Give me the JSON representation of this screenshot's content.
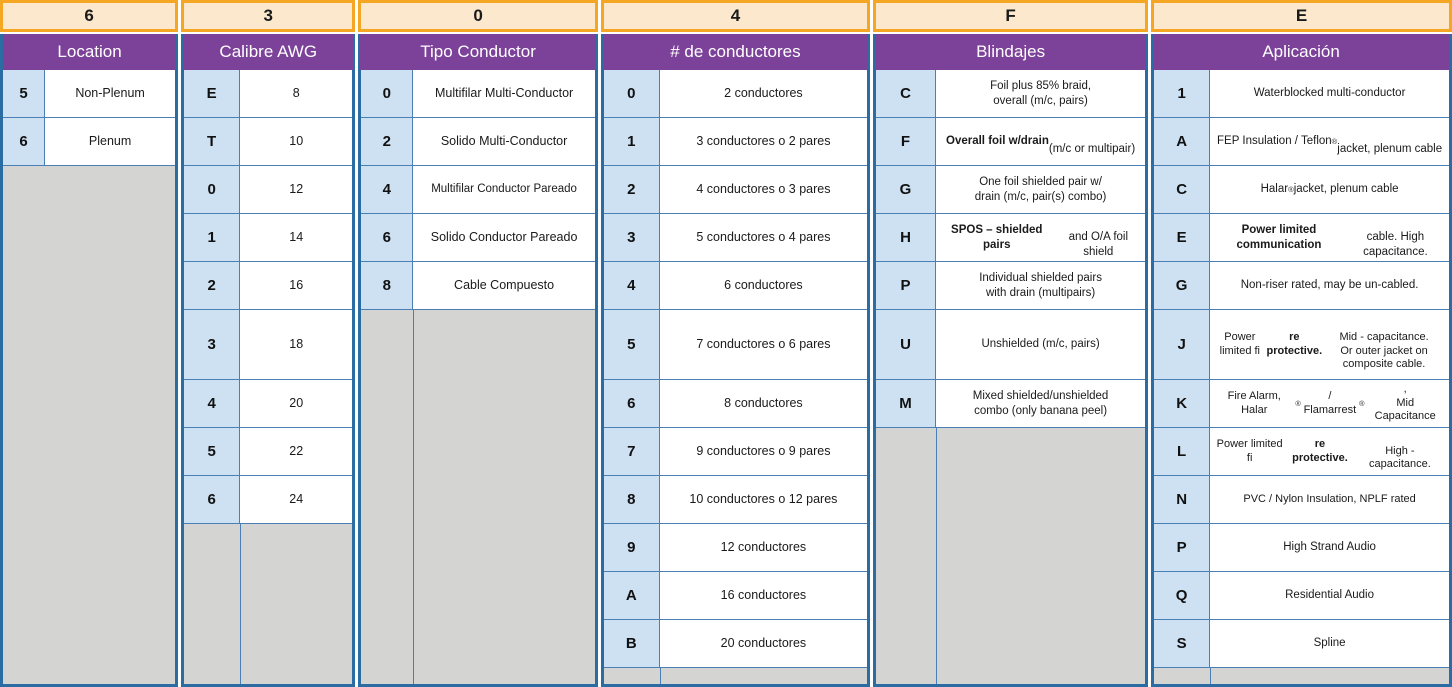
{
  "colors": {
    "orange_border": "#f5a623",
    "code_header_bg": "#fce8cc",
    "title_band_bg": "#7c4199",
    "code_cell_bg": "#cde1f2",
    "grid_line": "#4a7fb5",
    "outer_border": "#2b6ca3",
    "filler_gray": "#d4d4d2"
  },
  "columns": [
    {
      "code": "6",
      "title": "Location",
      "code_w": 42,
      "rows": [
        {
          "code": "5",
          "desc": "Non-Plenum",
          "h": 48
        },
        {
          "code": "6",
          "desc": "Plenum",
          "h": 48
        }
      ]
    },
    {
      "code": "3",
      "title": "Calibre AWG",
      "code_w": 56,
      "rows": [
        {
          "code": "E",
          "desc": "8",
          "h": 48
        },
        {
          "code": "T",
          "desc": "10",
          "h": 48
        },
        {
          "code": "0",
          "desc": "12",
          "h": 48
        },
        {
          "code": "1",
          "desc": "14",
          "h": 48
        },
        {
          "code": "2",
          "desc": "16",
          "h": 48
        },
        {
          "code": "3",
          "desc": "18",
          "h": 70
        },
        {
          "code": "4",
          "desc": "20",
          "h": 48
        },
        {
          "code": "5",
          "desc": "22",
          "h": 48
        },
        {
          "code": "6",
          "desc": "24",
          "h": 48
        }
      ]
    },
    {
      "code": "0",
      "title": "Tipo Conductor",
      "code_w": 52,
      "rows": [
        {
          "code": "0",
          "desc": "Multifilar Multi-Conductor",
          "h": 48
        },
        {
          "code": "2",
          "desc": "Solido Multi-Conductor",
          "h": 48
        },
        {
          "code": "4",
          "desc": "Multifilar Conductor Pareado",
          "h": 48,
          "size": "sm"
        },
        {
          "code": "6",
          "desc": "Solido Conductor Pareado",
          "h": 48
        },
        {
          "code": "8",
          "desc": "Cable Compuesto",
          "h": 48
        }
      ]
    },
    {
      "code": "4",
      "title": "# de conductores",
      "code_w": 56,
      "rows": [
        {
          "code": "0",
          "desc": "2 conductores",
          "h": 48
        },
        {
          "code": "1",
          "desc": "3 conductores o 2 pares",
          "h": 48
        },
        {
          "code": "2",
          "desc": "4 conductores o 3 pares",
          "h": 48
        },
        {
          "code": "3",
          "desc": "5 conductores o 4 pares",
          "h": 48
        },
        {
          "code": "4",
          "desc": "6 conductores",
          "h": 48
        },
        {
          "code": "5",
          "desc": "7 conductores o 6 pares",
          "h": 70
        },
        {
          "code": "6",
          "desc": "8 conductores",
          "h": 48
        },
        {
          "code": "7",
          "desc": "9 conductores o 9 pares",
          "h": 48
        },
        {
          "code": "8",
          "desc": "10 conductores o 12 pares",
          "h": 48
        },
        {
          "code": "9",
          "desc": "12 conductores",
          "h": 48
        },
        {
          "code": "A",
          "desc": "16 conductores",
          "h": 48
        },
        {
          "code": "B",
          "desc": "20 conductores",
          "h": 48
        }
      ]
    },
    {
      "code": "F",
      "title": "Blindajes",
      "code_w": 60,
      "rows": [
        {
          "code": "C",
          "html": "Foil plus 85% braid,<br>overall (m/c, pairs)",
          "h": 48,
          "size": "sm"
        },
        {
          "code": "F",
          "html": "<b>Overall foil w/drain</b><br>(m/c or multipair)",
          "h": 48,
          "size": "sm"
        },
        {
          "code": "G",
          "html": "One foil shielded pair w/<br>drain (m/c, pair(s) combo)",
          "h": 48,
          "size": "sm"
        },
        {
          "code": "H",
          "html": "<b>SPOS &ndash; shielded pairs</b><br>and O/A foil shield",
          "h": 48,
          "size": "sm"
        },
        {
          "code": "P",
          "html": "Individual shielded pairs<br>with drain (multipairs)",
          "h": 48,
          "size": "sm"
        },
        {
          "code": "U",
          "html": "Unshielded (m/c, pairs)",
          "h": 70,
          "size": "sm"
        },
        {
          "code": "M",
          "html": "Mixed shielded/unshielded<br>combo (only banana peel)",
          "h": 48,
          "size": "sm"
        }
      ]
    },
    {
      "code": "E",
      "title": "Aplicación",
      "code_w": 56,
      "rows": [
        {
          "code": "1",
          "html": "Waterblocked multi-conductor",
          "h": 48,
          "size": "sm"
        },
        {
          "code": "A",
          "html": "FEP Insulation / Teflon<sup>®</sup><br>jacket, plenum cable",
          "h": 48,
          "size": "sm"
        },
        {
          "code": "C",
          "html": "Halar<sup>®</sup> jacket, plenum cable",
          "h": 48,
          "size": "sm"
        },
        {
          "code": "E",
          "html": "<b>Power limited communication</b><br>cable.  High capacitance.",
          "h": 48,
          "size": "sm"
        },
        {
          "code": "G",
          "html": "Non-riser rated, may be un-cabled.",
          "h": 48,
          "size": "sm"
        },
        {
          "code": "J",
          "html": "Power limited fi<b>re protective.</b><br>Mid - capacitance.<br>Or outer jacket on composite cable.",
          "h": 70,
          "size": "xs"
        },
        {
          "code": "K",
          "html": "Fire Alarm, Halar<sup>®</sup> / Flamarrest<sup>®</sup>,<br>Mid Capacitance",
          "h": 48,
          "size": "xs"
        },
        {
          "code": "L",
          "html": "Power limited fi<b>re protective.</b><br>High - capacitance.",
          "h": 48,
          "size": "xs"
        },
        {
          "code": "N",
          "html": "PVC / Nylon Insulation, NPLF rated",
          "h": 48,
          "size": "xs"
        },
        {
          "code": "P",
          "html": "High Strand Audio",
          "h": 48,
          "size": "sm"
        },
        {
          "code": "Q",
          "html": "Residential Audio",
          "h": 48,
          "size": "sm"
        },
        {
          "code": "S",
          "html": "Spline",
          "h": 48,
          "size": "sm"
        }
      ]
    }
  ]
}
